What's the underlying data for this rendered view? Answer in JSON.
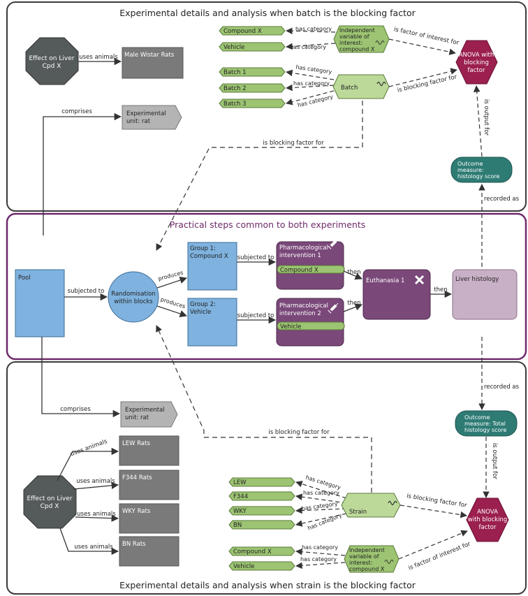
{
  "panels": {
    "top_title": "Experimental details and analysis when batch is the blocking factor",
    "middle_title": "Practical steps common to both experiments",
    "bottom_title": "Experimental details and analysis when strain is the blocking factor"
  },
  "top": {
    "effect_line1": "Effect on Liver",
    "effect_line2": "Cpd X",
    "uses_animals": "uses animals",
    "animals": "Male Wistar Rats",
    "comprises": "comprises",
    "unit_line1": "Experimental",
    "unit_line2": "unit: rat",
    "cat1": "Compound X",
    "cat2": "Vehicle",
    "has_category": "has category",
    "iv_line1": "Independent",
    "iv_line2": "variable of",
    "iv_line3": "interest:",
    "iv_line4": "compound X",
    "batch1": "Batch 1",
    "batch2": "Batch 2",
    "batch3": "Batch 3",
    "batch": "Batch",
    "factor_of_interest": "is factor of interest for",
    "blocking_factor_for": "is blocking factor for",
    "anova_line1": "ANOVA with",
    "anova_line2": "blocking",
    "anova_line3": "factor",
    "output_for": "is output for",
    "outcome_line1": "Outcome",
    "outcome_line2": "measure:",
    "outcome_line3": "histology score",
    "recorded_as": "recorded as",
    "blocking_to_middle": "is blocking factor for"
  },
  "middle": {
    "pool": "Pool",
    "subjected_to": "subjected to",
    "rand_line1": "Randomisation",
    "rand_line2": "within blocks",
    "produces": "produces",
    "g1_line1": "Group 1:",
    "g1_line2": "Compound X",
    "g2_line1": "Group 2:",
    "g2_line2": "Vehicle",
    "pi1_line1": "Pharmacological",
    "pi1_line2": "intervention 1",
    "pi1_sub": "Compound X",
    "pi2_line1": "Pharmacological",
    "pi2_line2": "intervention 2",
    "pi2_sub": "Vehicle",
    "then": "then",
    "euthanasia": "Euthanasia 1",
    "liver": "Liver histology"
  },
  "bottom": {
    "comprises": "comprises",
    "unit_line1": "Experimental",
    "unit_line2": "unit: rat",
    "uses_animals": "uses animals",
    "rats": [
      "LEW Rats",
      "F344 Rats",
      "WKY Rats",
      "BN Rats"
    ],
    "effect_line1": "Effect on Liver",
    "effect_line2": "Cpd X",
    "blocking_to_middle": "is blocking factor for",
    "recorded_as": "recorded as",
    "outcome_line1": "Outcome",
    "outcome_line2": "measure: Total",
    "outcome_line3": "histology score",
    "output_for": "is output for",
    "strains": [
      "LEW",
      "F344",
      "WKY",
      "BN"
    ],
    "has_category": "has category",
    "strain": "Strain",
    "blocking_factor_for": "is blocking factor for",
    "anova_line1": "ANOVA",
    "anova_line2": "with blocking",
    "anova_line3": "factor",
    "cat1": "Compound X",
    "cat2": "Vehicle",
    "iv_line1": "Independent",
    "iv_line2": "variable of",
    "iv_line3": "interest:",
    "iv_line4": "compound X",
    "factor_of_interest": "is factor of interest for"
  }
}
